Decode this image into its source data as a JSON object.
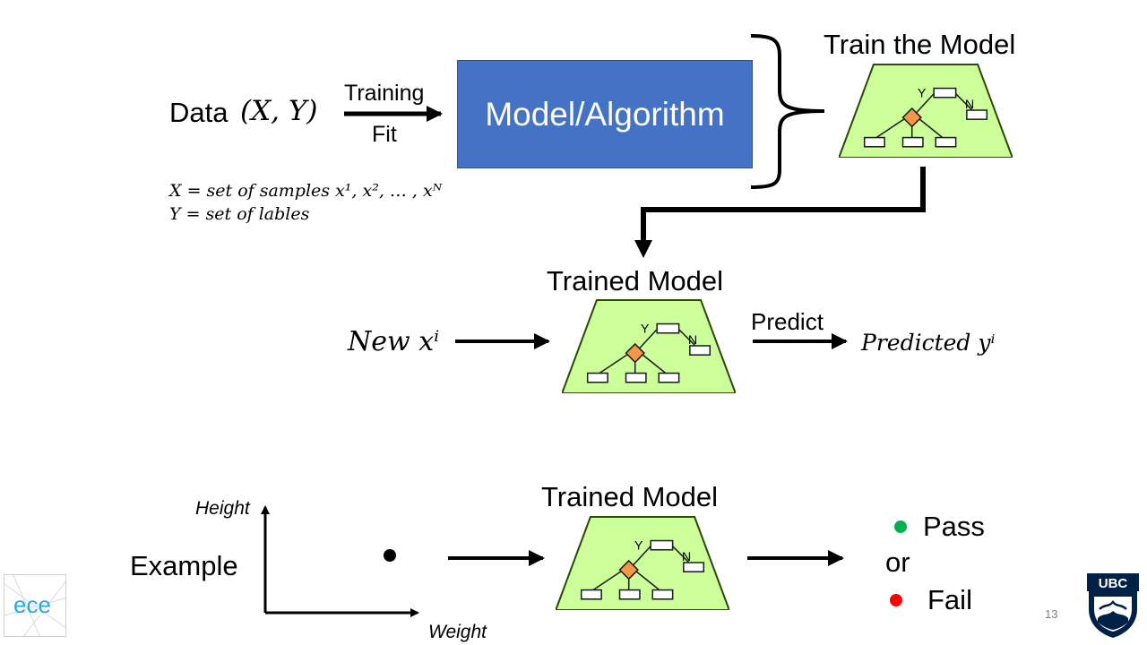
{
  "labels": {
    "data": "Data",
    "data_xy": "(X, Y)",
    "training": "Training",
    "fit": "Fit",
    "model_algorithm": "Model/Algorithm",
    "train_the_model": "Train the Model",
    "x_definition": "X = set of samples x¹, x², … , xᴺ",
    "y_definition": "Y = set of lables",
    "trained_model_1": "Trained Model",
    "new_xi": "New xⁱ",
    "predict": "Predict",
    "predicted_yi": "Predicted yⁱ",
    "trained_model_2": "Trained Model",
    "example": "Example",
    "height_axis": "Height",
    "weight_axis": "Weight",
    "pass": "Pass",
    "or": "or",
    "fail": "Fail",
    "page_number": "13",
    "ece_logo": "ece",
    "ubc_logo": "UBC"
  },
  "tree": {
    "yes_label": "Y",
    "no_label": "N"
  },
  "colors": {
    "model_box": "#4472c4",
    "tree_fill": "#ccff99",
    "decision_node": "#f79646",
    "pass_dot": "#00b050",
    "fail_dot": "#ff0000",
    "ubc_blue": "#002145"
  }
}
